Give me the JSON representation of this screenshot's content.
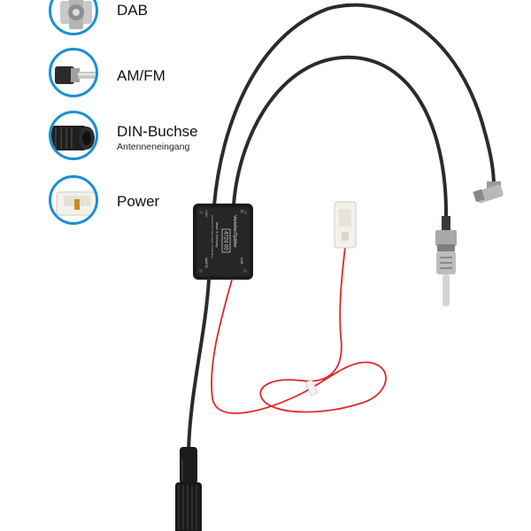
{
  "legend": {
    "dab": {
      "label": "DAB"
    },
    "amfm": {
      "label": "AM/FM"
    },
    "din": {
      "label": "DIN-Buchse",
      "sublabel": "Antenneneingang"
    },
    "power": {
      "label": "Power"
    }
  },
  "splitter": {
    "line1": "Verteiler/Splitter",
    "line2": "4724 00",
    "line3": "Made in Germany",
    "line4": "Technische Änderungen vorbehalten",
    "port_in": "IN",
    "port_dab": "DAB",
    "port_amfm": "AM/FM",
    "port_power": "+12V"
  },
  "colors": {
    "accent": "#1a8fd1",
    "cable": "#2b2b2b",
    "power_wire": "#e0262a"
  }
}
